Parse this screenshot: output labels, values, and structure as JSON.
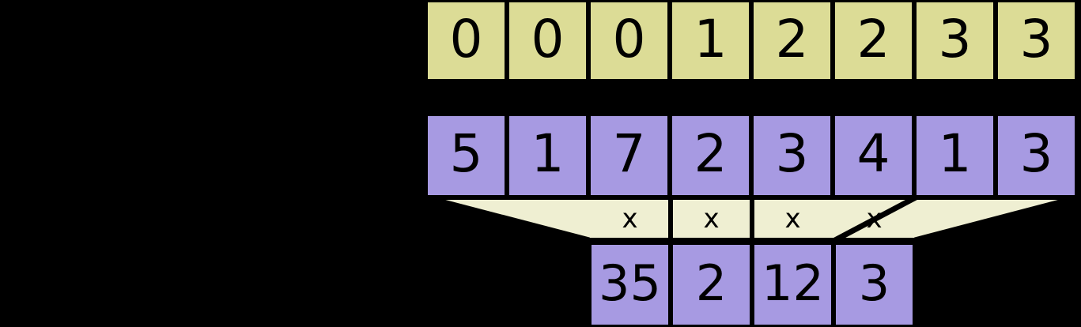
{
  "diagram": {
    "title": "segmented-reduction-diagram",
    "background_color": "#000000",
    "palette": {
      "index_row_fill": "#dcdc96",
      "value_row_fill": "#a79ae2",
      "connector_fill": "#efefd2",
      "stroke": "#000000"
    },
    "row_indices": {
      "name": "row-index-array",
      "fill": "#dcdc96",
      "cells": [
        "0",
        "0",
        "0",
        "1",
        "2",
        "2",
        "3",
        "3"
      ]
    },
    "values": {
      "name": "value-array",
      "fill": "#a79ae2",
      "cells": [
        "5",
        "1",
        "7",
        "2",
        "3",
        "4",
        "1",
        "3"
      ]
    },
    "operators": {
      "name": "multiply-operator-row",
      "symbol": "x",
      "cells": [
        "x",
        "x",
        "x",
        "x"
      ]
    },
    "results": {
      "name": "result-array",
      "fill": "#a79ae2",
      "cells": [
        "35",
        "2",
        "12",
        "3"
      ]
    }
  }
}
